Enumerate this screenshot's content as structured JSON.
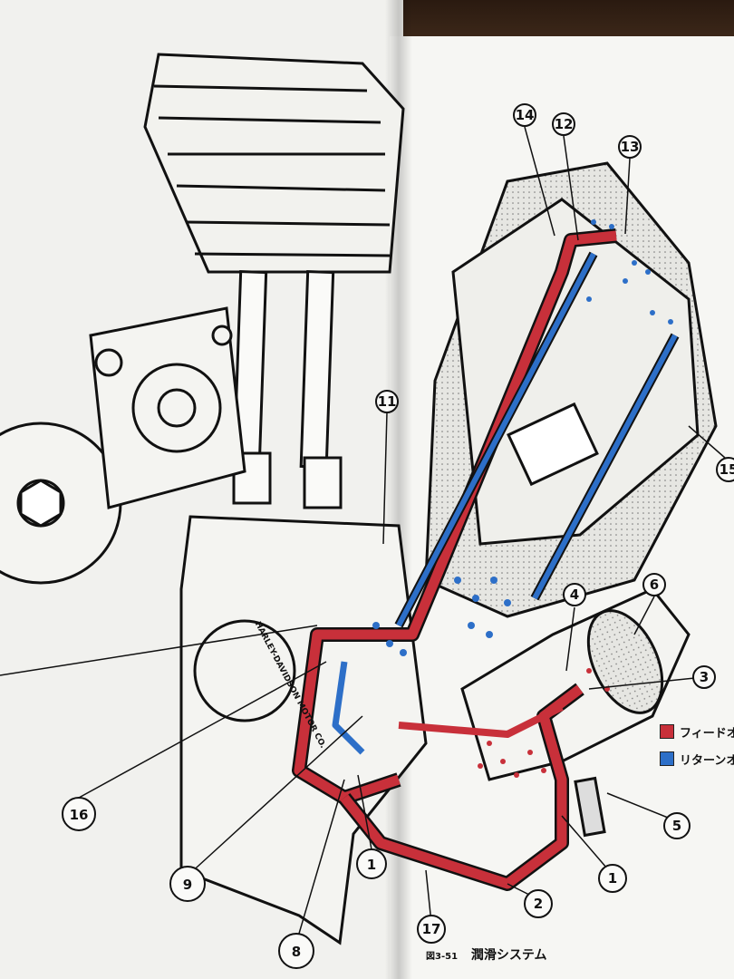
{
  "diagram": {
    "figure_number": "図3-51",
    "caption": "潤滑システム",
    "engine_cover_text": "HARLEY-DAVIDSON MOTOR CO."
  },
  "legend": [
    {
      "label": "フィードオイ",
      "color": "#c8303a"
    },
    {
      "label": "リターンオイ",
      "color": "#2d6fc8"
    }
  ],
  "callouts": [
    {
      "id": "c14",
      "label": "14"
    },
    {
      "id": "c12",
      "label": "12"
    },
    {
      "id": "c13",
      "label": "13"
    },
    {
      "id": "c11",
      "label": "11"
    },
    {
      "id": "c15",
      "label": "15"
    },
    {
      "id": "c6",
      "label": "6"
    },
    {
      "id": "c4",
      "label": "4"
    },
    {
      "id": "c3",
      "label": "3"
    },
    {
      "id": "c16",
      "label": "16"
    },
    {
      "id": "c5",
      "label": "5"
    },
    {
      "id": "c9",
      "label": "9"
    },
    {
      "id": "c1a",
      "label": "1"
    },
    {
      "id": "c2",
      "label": "2"
    },
    {
      "id": "c1b",
      "label": "1"
    },
    {
      "id": "c17",
      "label": "17"
    },
    {
      "id": "c8",
      "label": "8"
    }
  ],
  "colors": {
    "feed": "#c8303a",
    "return": "#2d6fc8",
    "ink": "#111111",
    "paper": "#f4f4f1"
  }
}
